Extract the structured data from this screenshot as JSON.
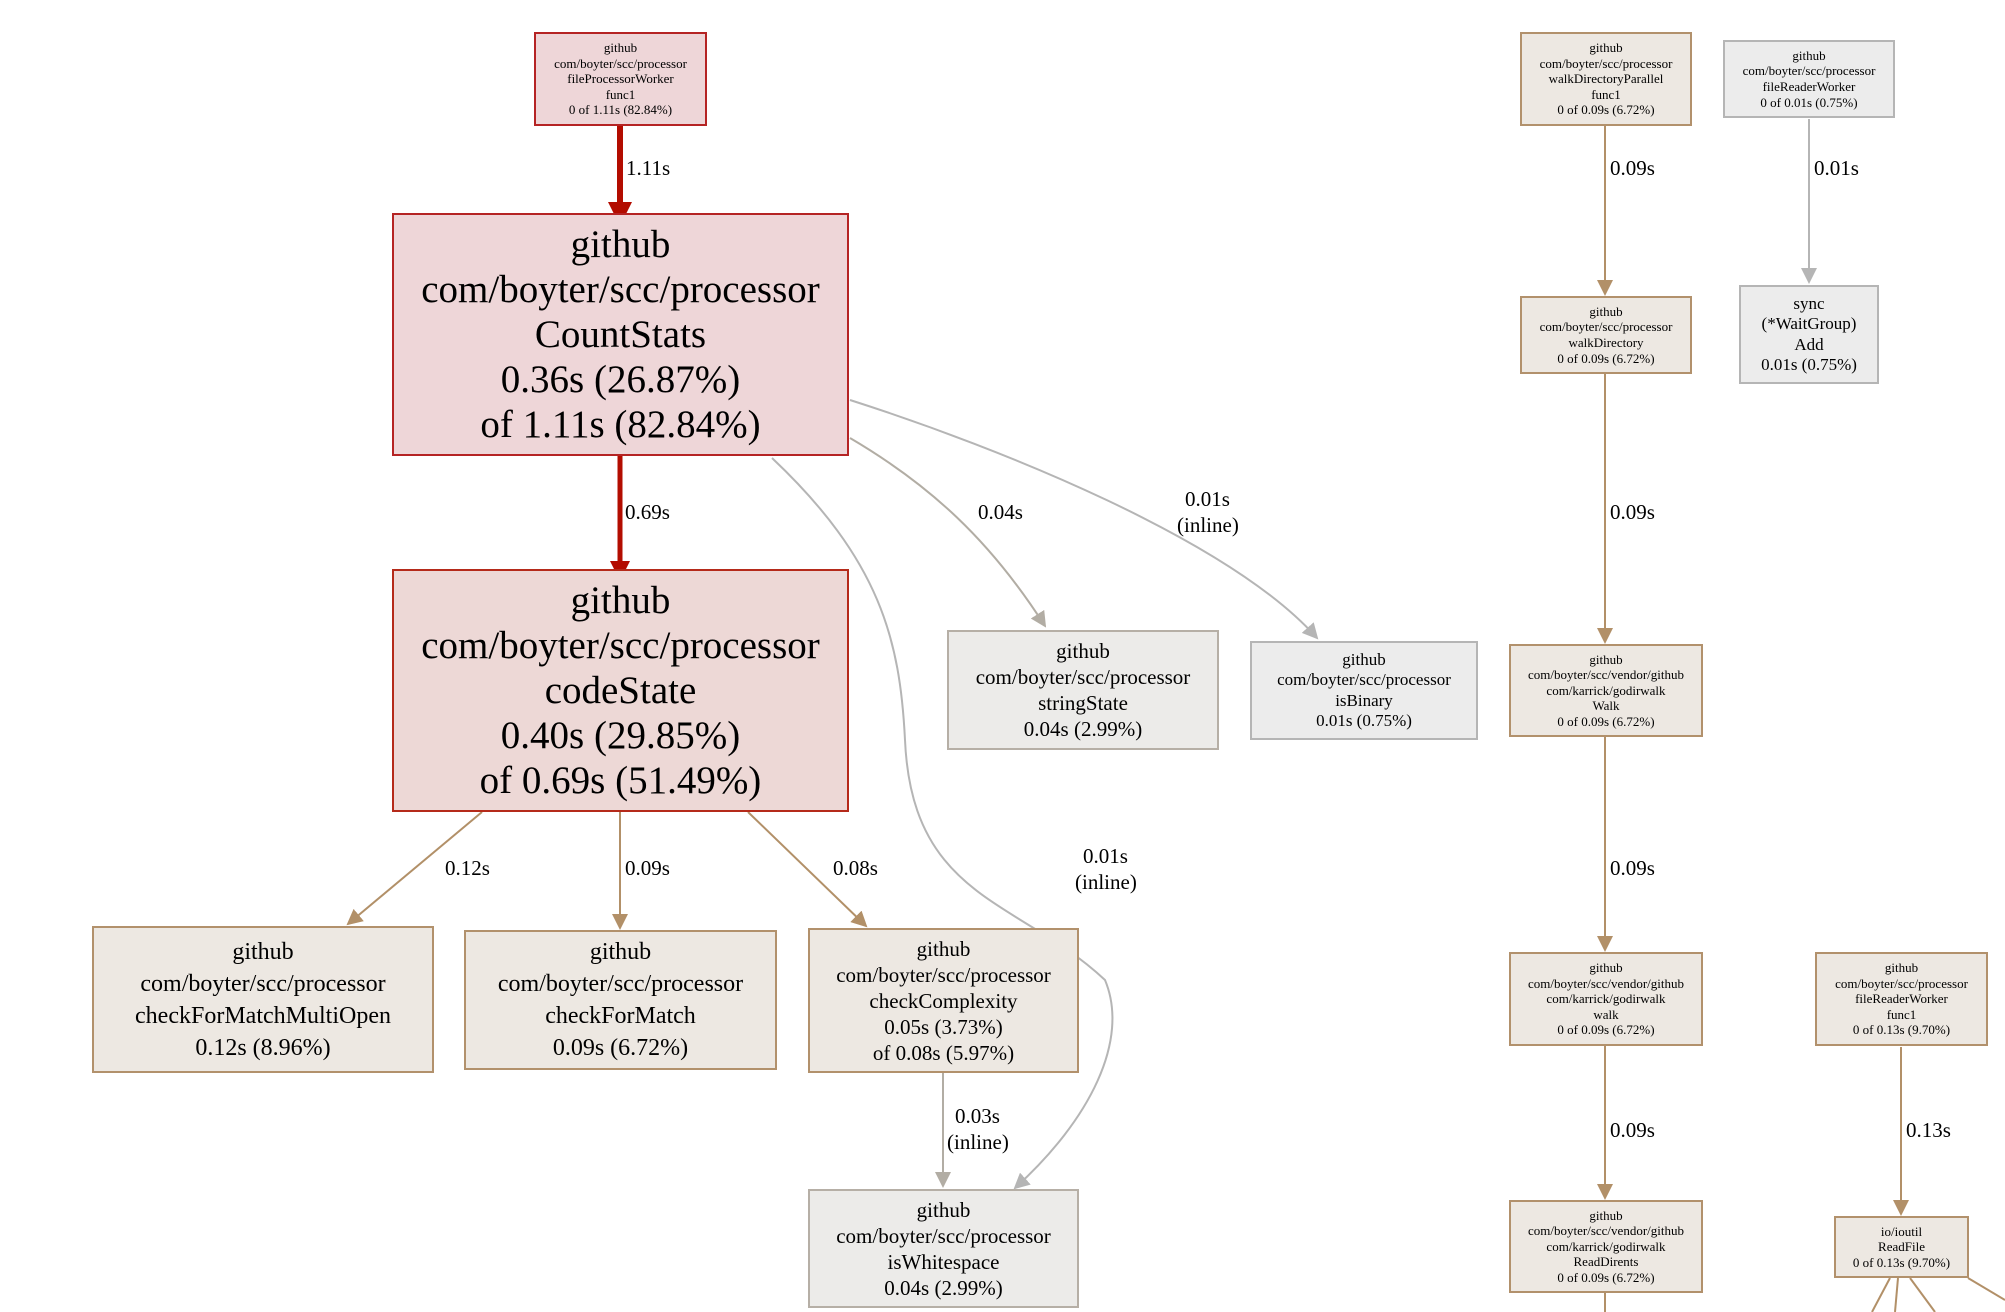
{
  "colors": {
    "hot_fill": "#eed6d8",
    "hot_border": "#b52424",
    "hot_edge": "#b30c00",
    "warm_fill": "#ede8e2",
    "warm_border": "#b2916c",
    "warm_edge": "#b29068",
    "cool_fill": "#ecebe9",
    "cool_edge": "#b2ada4",
    "grey_edge": "#b5b5b5"
  },
  "nodes": {
    "fpw_func1": [
      "github",
      "com/boyter/scc/processor",
      "fileProcessorWorker",
      "func1",
      "0 of 1.11s (82.84%)"
    ],
    "countstats": [
      "github",
      "com/boyter/scc/processor",
      "CountStats",
      "0.36s (26.87%)",
      "of 1.11s (82.84%)"
    ],
    "codestate": [
      "github",
      "com/boyter/scc/processor",
      "codeState",
      "0.40s (29.85%)",
      "of 0.69s (51.49%)"
    ],
    "stringstate": [
      "github",
      "com/boyter/scc/processor",
      "stringState",
      "0.04s (2.99%)"
    ],
    "isbinary": [
      "github",
      "com/boyter/scc/processor",
      "isBinary",
      "0.01s (0.75%)"
    ],
    "cfm_multiopen": [
      "github",
      "com/boyter/scc/processor",
      "checkForMatchMultiOpen",
      "0.12s (8.96%)"
    ],
    "cfm": [
      "github",
      "com/boyter/scc/processor",
      "checkForMatch",
      "0.09s (6.72%)"
    ],
    "complexity": [
      "github",
      "com/boyter/scc/processor",
      "checkComplexity",
      "0.05s (3.73%)",
      "of 0.08s (5.97%)"
    ],
    "iswhitespace": [
      "github",
      "com/boyter/scc/processor",
      "isWhitespace",
      "0.04s (2.99%)"
    ],
    "wdp_func1": [
      "github",
      "com/boyter/scc/processor",
      "walkDirectoryParallel",
      "func1",
      "0 of 0.09s (6.72%)"
    ],
    "walkdirectory": [
      "github",
      "com/boyter/scc/processor",
      "walkDirectory",
      "0 of 0.09s (6.72%)"
    ],
    "godir_walk": [
      "github",
      "com/boyter/scc/vendor/github",
      "com/karrick/godirwalk",
      "Walk",
      "0 of 0.09s (6.72%)"
    ],
    "godir_walk_lc": [
      "github",
      "com/boyter/scc/vendor/github",
      "com/karrick/godirwalk",
      "walk",
      "0 of 0.09s (6.72%)"
    ],
    "readdirents": [
      "github",
      "com/boyter/scc/vendor/github",
      "com/karrick/godirwalk",
      "ReadDirents",
      "0 of 0.09s (6.72%)"
    ],
    "frw_top": [
      "github",
      "com/boyter/scc/processor",
      "fileReaderWorker",
      "0 of 0.01s (0.75%)"
    ],
    "waitgroup_add": [
      "sync",
      "(*WaitGroup)",
      "Add",
      "0.01s (0.75%)"
    ],
    "frw_func1": [
      "github",
      "com/boyter/scc/processor",
      "fileReaderWorker",
      "func1",
      "0 of 0.13s (9.70%)"
    ],
    "ioutil_readfile": [
      "io/ioutil",
      "ReadFile",
      "0 of 0.13s (9.70%)"
    ]
  },
  "edges": [
    {
      "id": "e_fpw_count",
      "label": [
        "1.11s"
      ]
    },
    {
      "id": "e_count_code",
      "label": [
        "0.69s"
      ]
    },
    {
      "id": "e_count_string",
      "label": [
        "0.04s"
      ]
    },
    {
      "id": "e_count_binary",
      "label": [
        "0.01s",
        "(inline)"
      ]
    },
    {
      "id": "e_count_white",
      "label": [
        "0.01s",
        "(inline)"
      ]
    },
    {
      "id": "e_code_multi",
      "label": [
        "0.12s"
      ]
    },
    {
      "id": "e_code_cfm",
      "label": [
        "0.09s"
      ]
    },
    {
      "id": "e_code_cplx",
      "label": [
        "0.08s"
      ]
    },
    {
      "id": "e_cplx_white",
      "label": [
        "0.03s",
        "(inline)"
      ]
    },
    {
      "id": "e_wdp_wd",
      "label": [
        "0.09s"
      ]
    },
    {
      "id": "e_wd_walk",
      "label": [
        "0.09s"
      ]
    },
    {
      "id": "e_walk_walk",
      "label": [
        "0.09s"
      ]
    },
    {
      "id": "e_walk_rd",
      "label": [
        "0.09s"
      ]
    },
    {
      "id": "e_frw_wg",
      "label": [
        "0.01s"
      ]
    },
    {
      "id": "e_frwf_io",
      "label": [
        "0.13s"
      ]
    }
  ]
}
